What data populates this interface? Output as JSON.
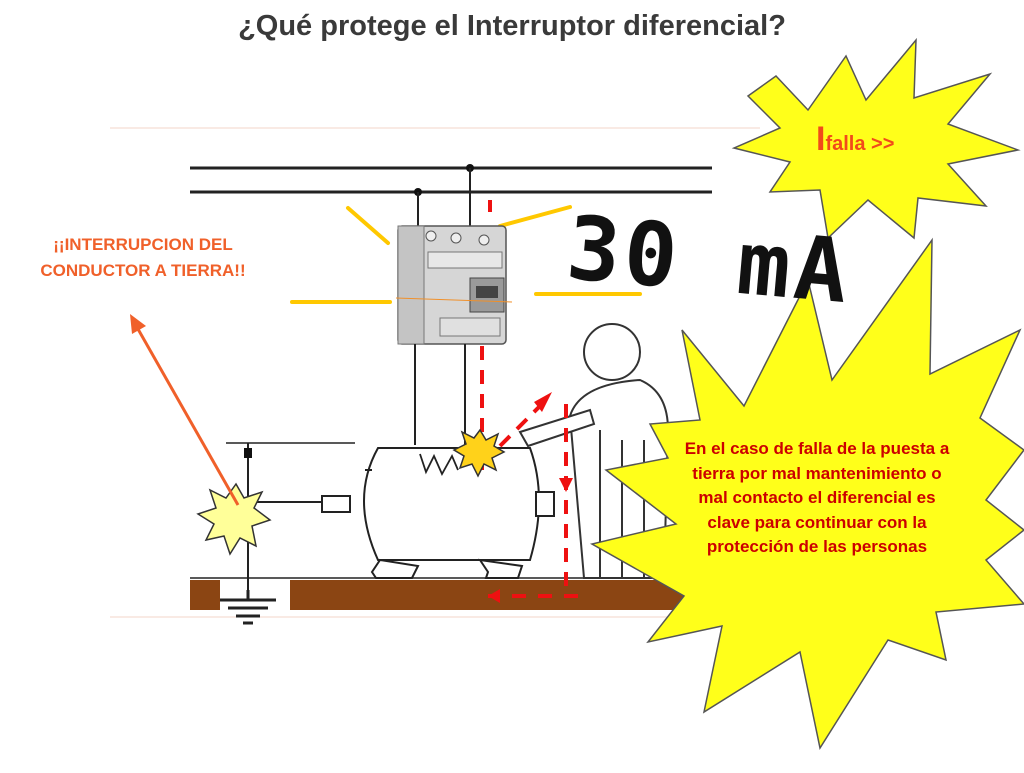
{
  "title": "¿Qué protege el Interruptor diferencial?",
  "warning_label": "¡¡INTERRUPCION DEL CONDUCTOR A TIERRA!!",
  "fault_current": {
    "symbol": "I",
    "subscript": "falla >>"
  },
  "rating": "30 mA",
  "explanation": "En el caso de falla de la puesta a tierra por  mal mantenimiento o mal contacto el diferencial es clave para continuar con la protección de las personas",
  "colors": {
    "title": "#3a3a3a",
    "warning_text": "#f0602a",
    "explanation_text": "#cc0000",
    "ifalla_text": "#f24a1a",
    "starburst_fill": "#ffff1a",
    "floor": "#8b4513",
    "fault_arrows": "#ee1111",
    "light_rays": "#ffc800"
  }
}
